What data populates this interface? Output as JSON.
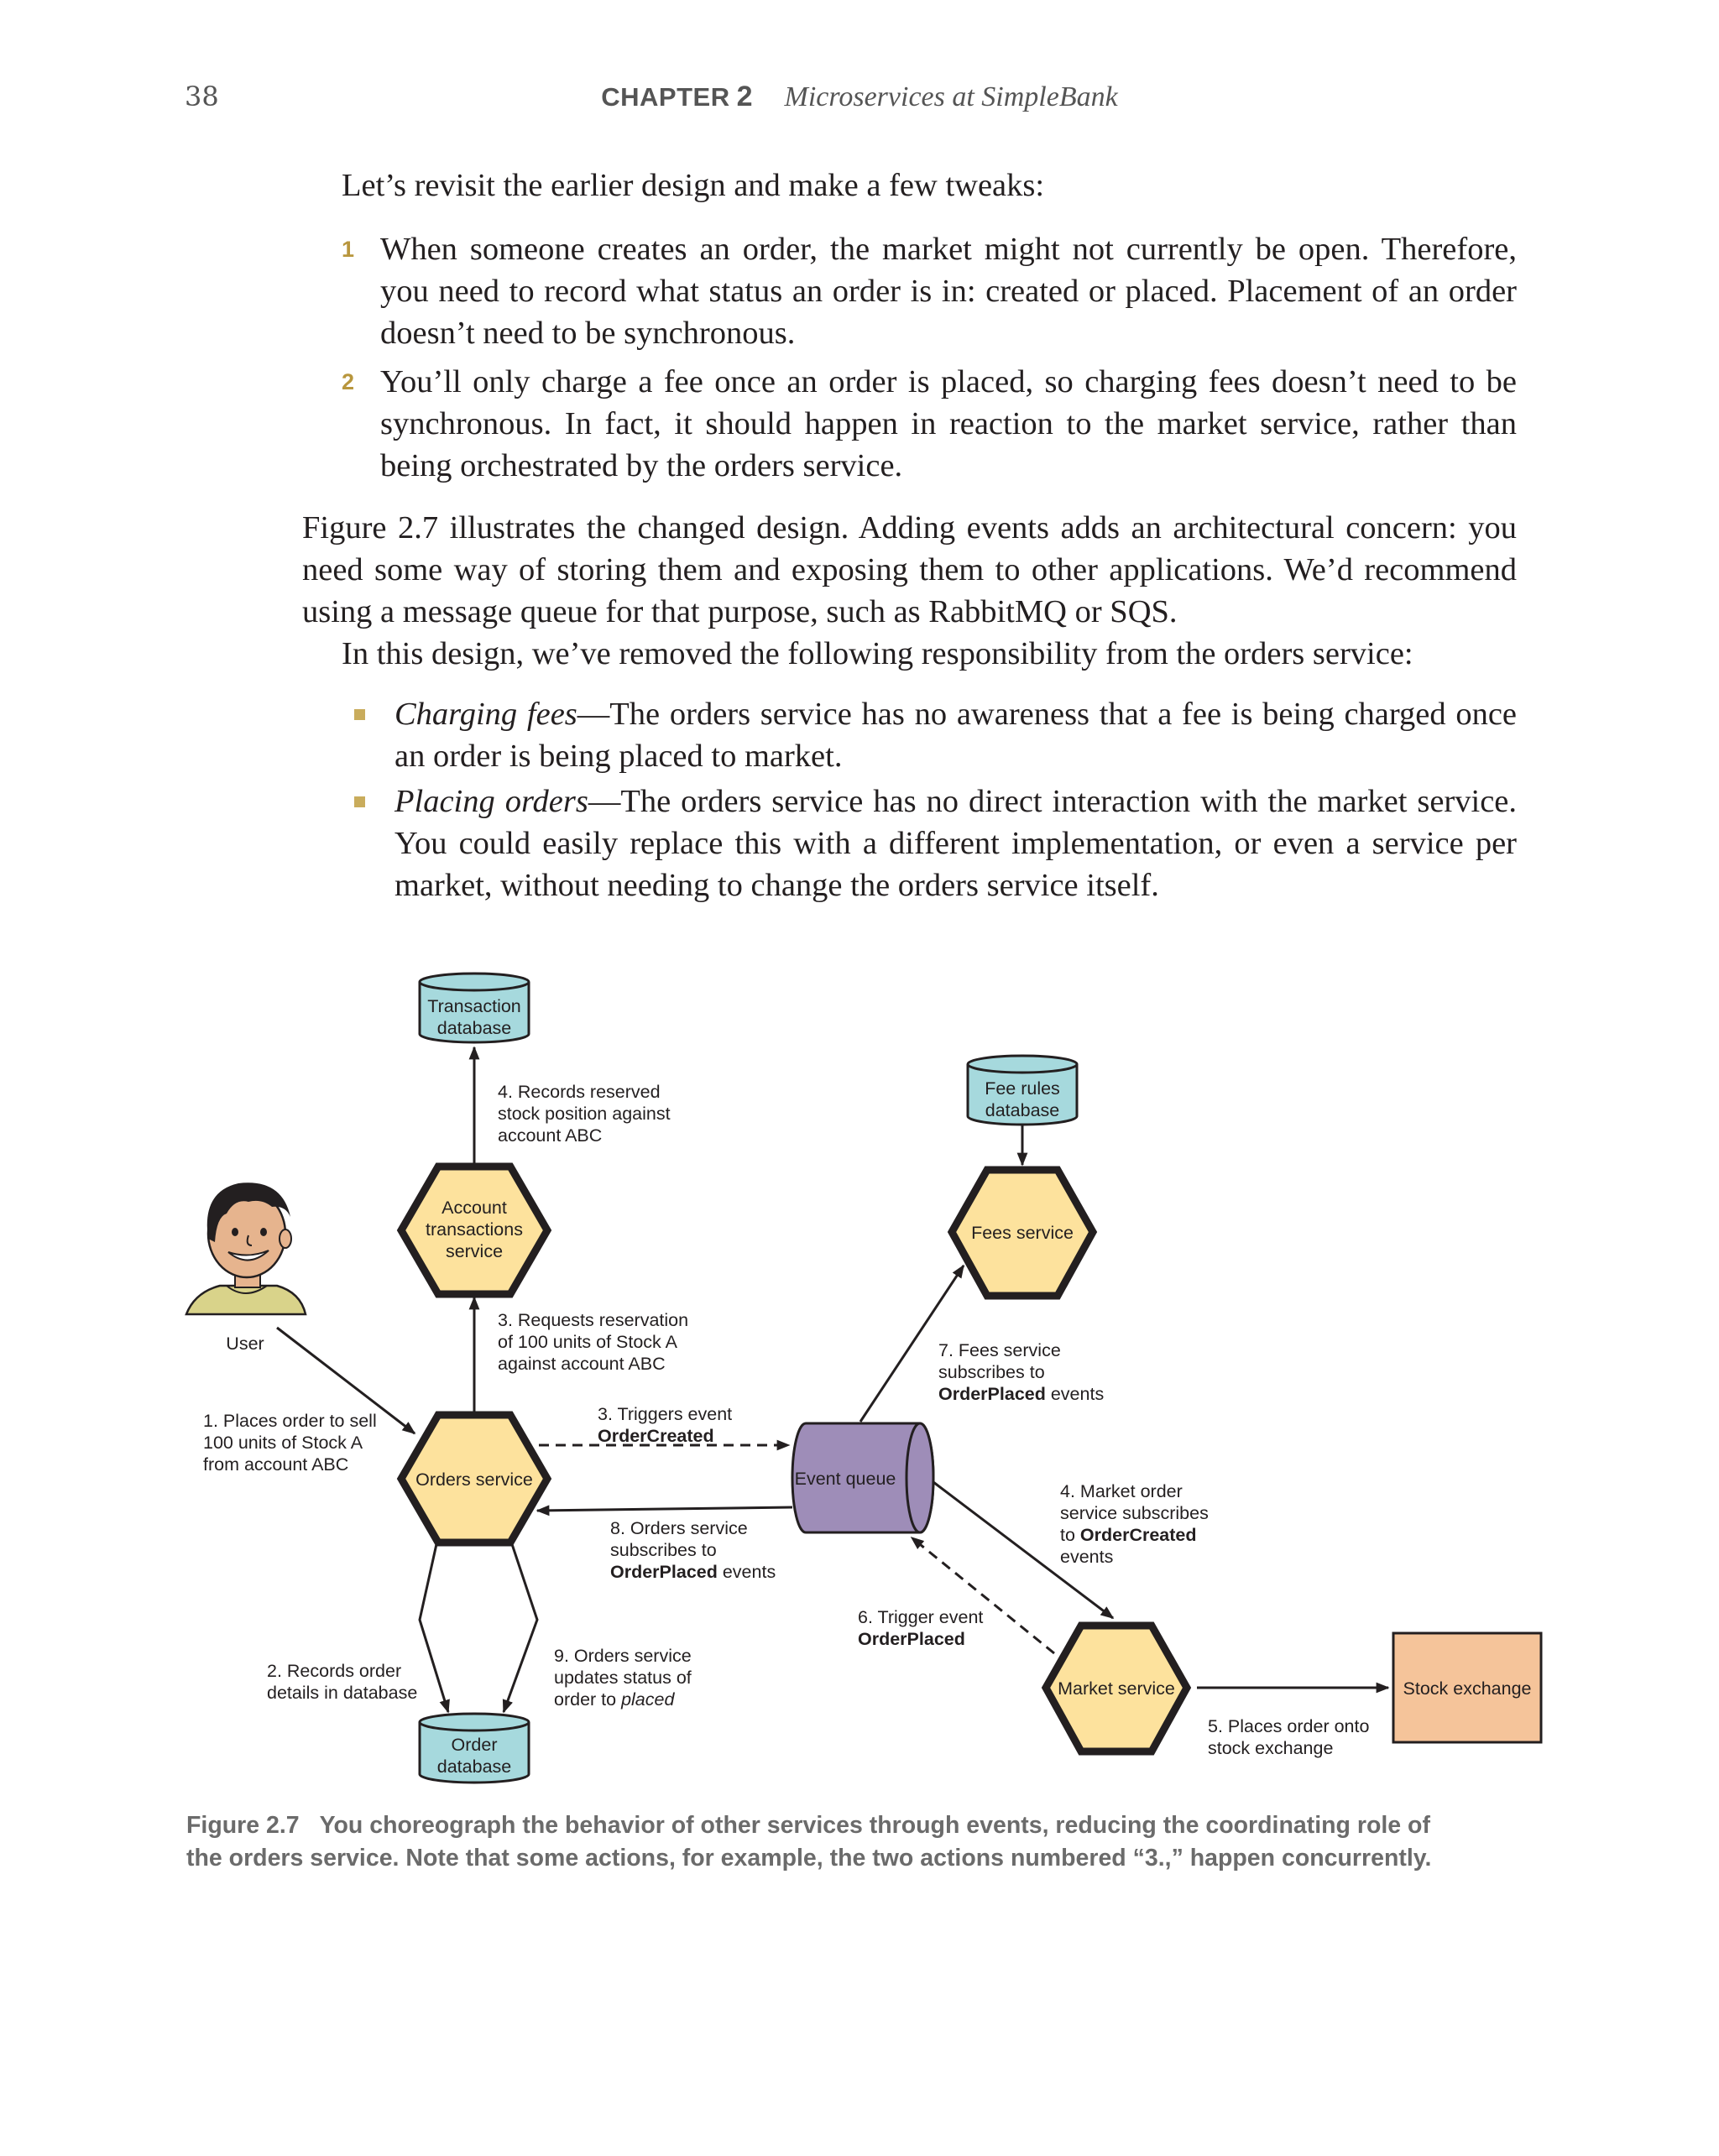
{
  "header": {
    "page_number": "38",
    "chapter_label": "Chapter",
    "chapter_number": "2",
    "chapter_title": "Microservices at SimpleBank"
  },
  "body": {
    "intro": "Let’s revisit the earlier design and make a few tweaks:",
    "numbered_list": [
      {
        "num": "1",
        "text": "When someone creates an order, the market might not currently be open. Therefore, you need to record what status an order is in: created or placed. Placement of an order doesn’t need to be synchronous."
      },
      {
        "num": "2",
        "text": "You’ll only charge a fee once an order is placed, so charging fees doesn’t need to be synchronous. In fact, it should happen in reaction to the market service, rather than being orchestrated by the orders service."
      }
    ],
    "figure_paragraph": "Figure 2.7 illustrates the changed design. Adding events adds an architectural concern: you need some way of storing them and exposing them to other applications. We’d recommend using a message queue for that purpose, such as RabbitMQ or SQS.",
    "design_paragraph": "In this design, we’ve removed the following responsibility from the orders service:",
    "bullets": [
      {
        "term": "Charging fees",
        "dash": "—",
        "text": "The orders service has no awareness that a fee is being charged once an order is being placed to market."
      },
      {
        "term": "Placing orders",
        "dash": "—",
        "text": "The orders service has no direct interaction with the market service. You could easily replace this with a different implementation, or even a service per market, without needing to change the orders service itself."
      }
    ]
  },
  "diagram": {
    "nodes": {
      "transaction_db": [
        "Transaction",
        "database"
      ],
      "fee_rules_db": [
        "Fee rules",
        "database"
      ],
      "account_service": [
        "Account",
        "transactions",
        "service"
      ],
      "fees_service": "Fees service",
      "user": "User",
      "orders_service": "Orders service",
      "event_queue": "Event queue",
      "market_service": "Market service",
      "stock_exchange": "Stock exchange",
      "order_db": [
        "Order",
        "database"
      ]
    },
    "labels": {
      "step4_records": [
        "4. Records reserved",
        "stock position against",
        "account ABC"
      ],
      "step3_requests": [
        "3. Requests reservation",
        "of 100 units of Stock A",
        "against account ABC"
      ],
      "step1_places": [
        "1. Places order to sell",
        "100 units of Stock A",
        "from account ABC"
      ],
      "step3_triggers": "3. Triggers event",
      "step3_event": "OrderCreated",
      "step7_line1": "7. Fees service",
      "step7_line2": "subscribes to",
      "step7_event": "OrderPlaced",
      "step7_suffix": " events",
      "step8_line1": "8. Orders service",
      "step8_line2": "subscribes to",
      "step8_event": "OrderPlaced",
      "step8_suffix": " events",
      "step4_market_line1": "4. Market order",
      "step4_market_line2": "service subscribes",
      "step4_market_prefix": "to ",
      "step4_market_event": "OrderCreated",
      "step4_market_line4": "events",
      "step6_line1": "6. Trigger event",
      "step6_event": "OrderPlaced",
      "step2_records": [
        "2. Records order",
        "details in database"
      ],
      "step9_line1": "9. Orders service",
      "step9_line2": "updates status of",
      "step9_prefix": "order to ",
      "step9_status": "placed",
      "step5_places": [
        "5. Places order onto",
        "stock exchange"
      ]
    },
    "colors": {
      "hex_fill": "#fde29d",
      "db_fill": "#a6d9dd",
      "queue_fill": "#9e8db8",
      "exchange_fill": "#f5c49a",
      "stroke": "#231f20"
    }
  },
  "caption": {
    "number": "Figure 2.7",
    "text": "You choreograph the behavior of other services through events, reducing the coordinating role of the orders service. Note that some actions, for example, the two actions numbered “3.,” happen concurrently."
  }
}
